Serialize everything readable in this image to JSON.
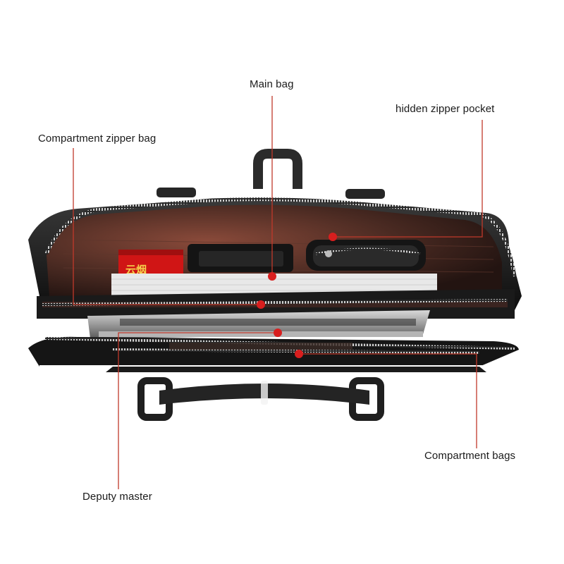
{
  "annotations": {
    "main_bag": "Main bag",
    "hidden_zipper_pocket": "hidden zipper pocket",
    "compartment_zipper_bag": "Compartment zipper bag",
    "compartment_bags": "Compartment bags",
    "deputy_master": "Deputy master"
  },
  "colors": {
    "background": "#ffffff",
    "leader_line": "#c0392b",
    "marker_dot": "#d81e1e",
    "bag_leather": "#1b1b1b",
    "lining": "#4a2a22",
    "zipper": "#bdbdbd"
  },
  "packaged_item_text": "云烟"
}
